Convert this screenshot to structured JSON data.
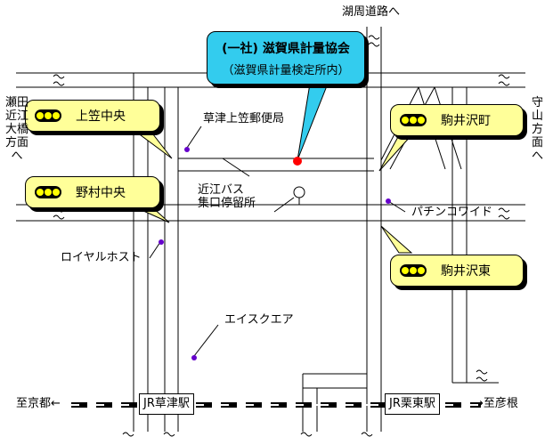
{
  "main_callout": {
    "title": "(一社) 滋賀県計量協会",
    "subtitle": "（滋賀県計量検定所内）"
  },
  "intersections": [
    "上笠中央",
    "野村中央",
    "駒井沢町",
    "駒井沢東"
  ],
  "places": {
    "post_office": "草津上笠郵便局",
    "bus_stop": "近江バス\n集口停留所",
    "pachinko": "パチンコワイド",
    "royal_host": "ロイヤルホスト",
    "aeon": "エイスクエア"
  },
  "roads": {
    "north": "湖周道路へ",
    "west": "瀬田　近江大橋方面へ",
    "east": "守山方面へ"
  },
  "rail": {
    "to_kyoto": "至京都←",
    "to_hikone": "→至彦根",
    "station_kusatsu": "JR草津駅",
    "station_ritto": "JR栗東駅"
  },
  "colors": {
    "callout_yellow": "#ffff99",
    "main_callout_cyan": "#33ccee",
    "dot_purple": "#6600cc",
    "target_red": "#ff0000"
  }
}
